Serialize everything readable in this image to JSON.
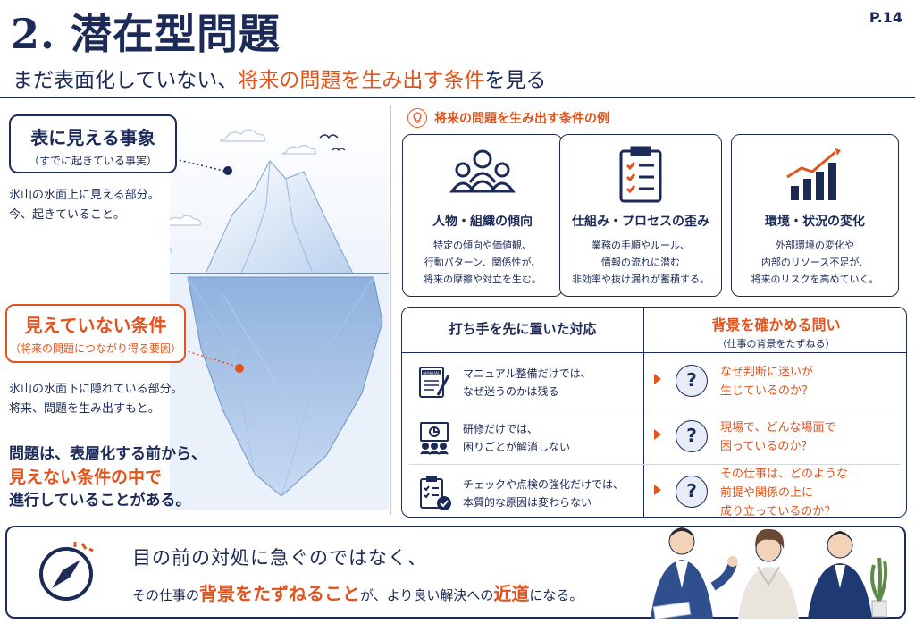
{
  "header": {
    "title": "2. 潜在型問題",
    "page_number": "P.14",
    "subtitle_pre": "まだ表面化していない、",
    "subtitle_emph": "将来の問題を生み出す条件",
    "subtitle_post": "を見る"
  },
  "iceberg": {
    "visible_label": "表に見える事象",
    "visible_sub": "（すでに起きている事実）",
    "visible_desc_1": "氷山の水面上に見える部分。",
    "visible_desc_2": "今、起きていること。",
    "hidden_label": "見えていない条件",
    "hidden_sub": "（将来の問題につながり得る要因）",
    "hidden_desc_1": "氷山の水面下に隠れている部分。",
    "hidden_desc_2": "将来、問題を生み出すもと。",
    "note_1": "問題は、表層化する前から、",
    "note_2": "見えない条件の中で",
    "note_3": "進行していることがある。"
  },
  "examples": {
    "heading": "将来の問題を生み出す条件の例",
    "cards": [
      {
        "icon": "people-group-icon",
        "title": "人物・組織の傾向",
        "lines": [
          "特定の傾向や価値観、",
          "行動パターン、関係性が、",
          "将来の摩擦や対立を生む。"
        ]
      },
      {
        "icon": "checklist-clipboard-icon",
        "title": "仕組み・プロセスの歪み",
        "lines": [
          "業務の手順やルール、",
          "情報の流れに潜む",
          "非効率や抜け漏れが蓄積する。"
        ]
      },
      {
        "icon": "rising-chart-icon",
        "title": "環境・状況の変化",
        "lines": [
          "外部環境の変化や",
          "内部のリソース不足が、",
          "将来のリスクを高めていく。"
        ]
      }
    ]
  },
  "compare": {
    "left_header": "打ち手を先に置いた対応",
    "right_header": "背景を確かめる問い",
    "right_subheader": "（仕事の背景をたずねる）",
    "rows": [
      {
        "icon": "manual-icon",
        "manual_text": "MANUAL",
        "left": [
          "マニュアル整備だけでは、",
          "なぜ迷うのかは残る"
        ],
        "right": [
          "なぜ判断に迷いが",
          "生じているのか？"
        ]
      },
      {
        "icon": "training-icon",
        "left": [
          "研修だけでは、",
          "困りごとが解消しない"
        ],
        "right": [
          "現場で、どんな場面で",
          "困っているのか？"
        ]
      },
      {
        "icon": "checklist-icon",
        "left": [
          "チェックや点検の強化だけでは、",
          "本質的な原因は変わらない"
        ],
        "right": [
          "その仕事は、どのような",
          "前提や関係の上に",
          "成り立っているのか？"
        ]
      }
    ],
    "question_mark": "?"
  },
  "bottom": {
    "line1": "目の前の対処に急ぐのではなく、",
    "line2_a": "その仕事の",
    "line2_em1": "背景をたずねること",
    "line2_b": "が、より良い解決への",
    "line2_em2": "近道",
    "line2_c": "になる。"
  },
  "colors": {
    "navy": "#1b2a57",
    "accent": "#e2541d",
    "ice": "#a9c6e8"
  }
}
